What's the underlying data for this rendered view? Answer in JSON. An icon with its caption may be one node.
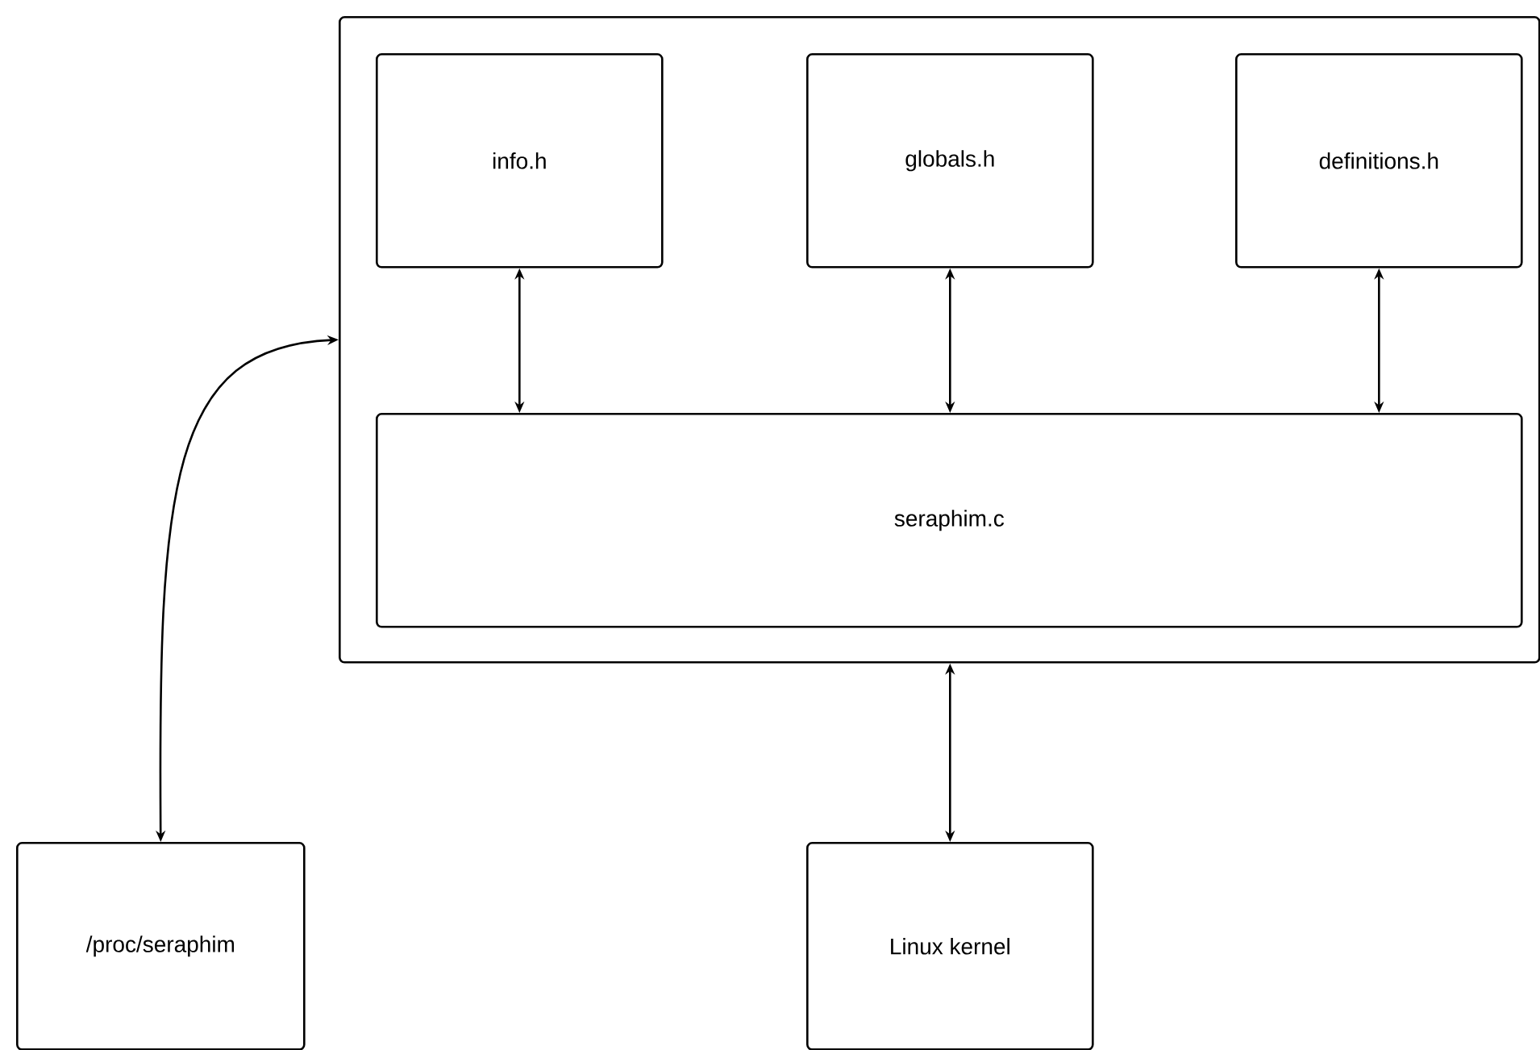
{
  "diagram": {
    "nodes": [
      {
        "text": [],
        "shape": "box"
      },
      {
        "text": [
          "info.h"
        ],
        "in": 0
      },
      {
        "text": [
          "globals.h"
        ],
        "in": 0
      },
      {
        "text": [
          "definitions.h"
        ],
        "in": 0
      },
      {
        "text": [
          "seraphim.c"
        ],
        "in": 0
      },
      {
        "text": [
          "/proc/seraphim"
        ]
      },
      {
        "text": [
          "Linux kernel"
        ]
      }
    ],
    "edges": [
      {
        "from": 1,
        "to": 4,
        "arrow": "both"
      },
      {
        "from": 2,
        "to": 4,
        "arrow": "both"
      },
      {
        "from": 3,
        "to": 4,
        "arrow": "both"
      },
      {
        "from": 5,
        "to": 0,
        "arrow": "both"
      },
      {
        "from": 6,
        "to": 0,
        "arrow": "both"
      }
    ]
  }
}
